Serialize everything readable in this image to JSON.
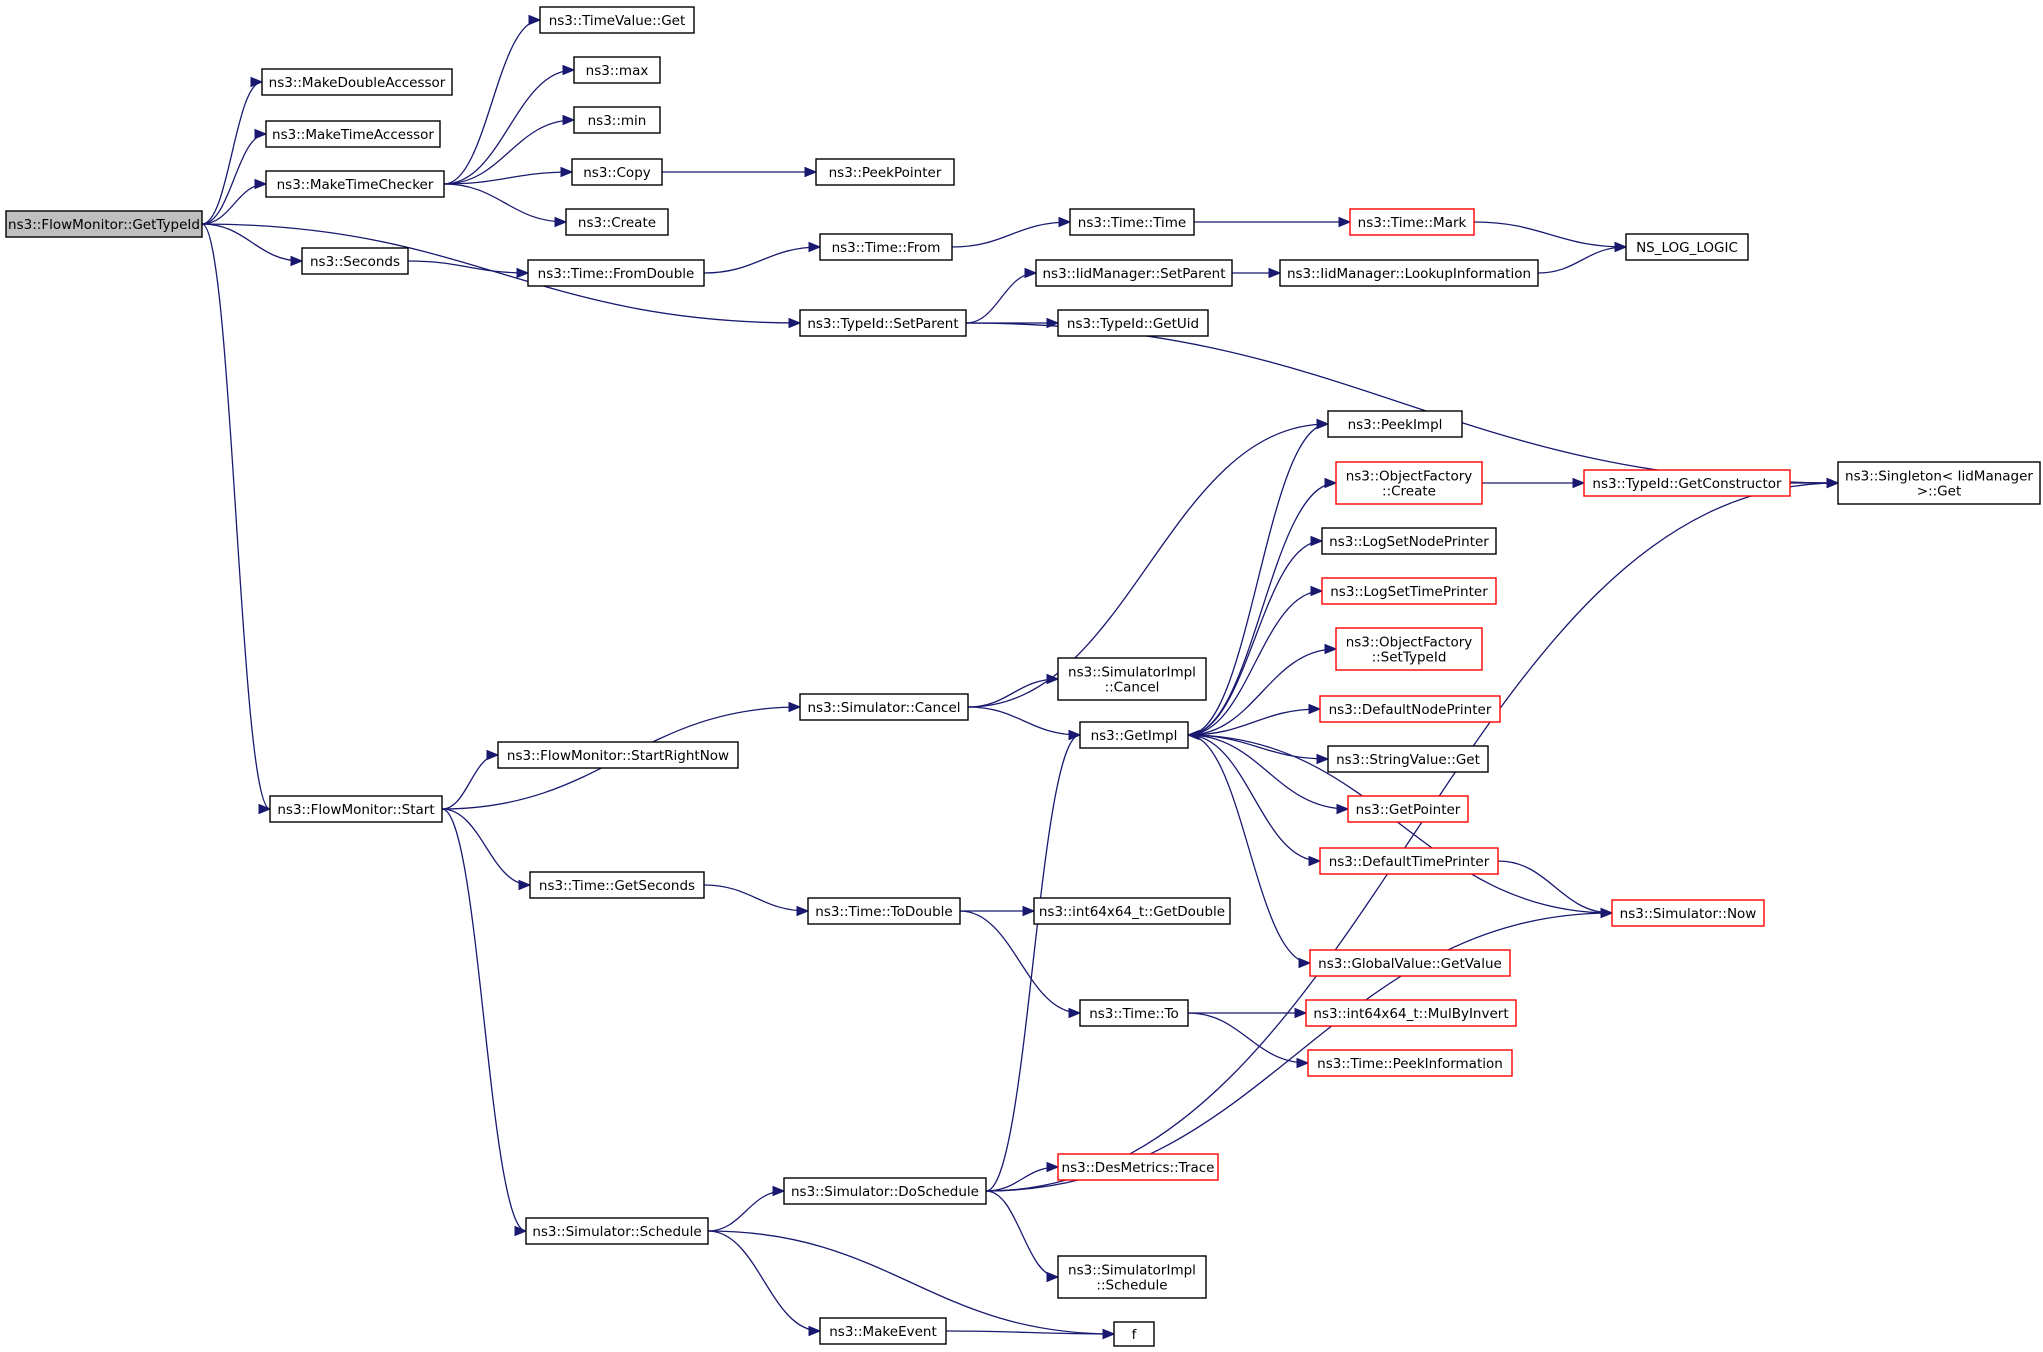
{
  "nodes": {
    "get_type_id": {
      "lines": [
        "ns3::FlowMonitor::GetTypeId"
      ],
      "root": true,
      "truncated": false
    },
    "make_double_accessor": {
      "lines": [
        "ns3::MakeDoubleAccessor"
      ],
      "truncated": false
    },
    "make_time_accessor": {
      "lines": [
        "ns3::MakeTimeAccessor"
      ],
      "truncated": false
    },
    "make_time_checker": {
      "lines": [
        "ns3::MakeTimeChecker"
      ],
      "truncated": false
    },
    "seconds": {
      "lines": [
        "ns3::Seconds"
      ],
      "truncated": false
    },
    "flowmonitor_start": {
      "lines": [
        "ns3::FlowMonitor::Start"
      ],
      "truncated": false
    },
    "timevalue_get": {
      "lines": [
        "ns3::TimeValue::Get"
      ],
      "truncated": false
    },
    "max": {
      "lines": [
        "ns3::max"
      ],
      "truncated": false
    },
    "min": {
      "lines": [
        "ns3::min"
      ],
      "truncated": false
    },
    "copy": {
      "lines": [
        "ns3::Copy"
      ],
      "truncated": false
    },
    "create": {
      "lines": [
        "ns3::Create"
      ],
      "truncated": false
    },
    "peek_pointer": {
      "lines": [
        "ns3::PeekPointer"
      ],
      "truncated": false
    },
    "time_from_double": {
      "lines": [
        "ns3::Time::FromDouble"
      ],
      "truncated": false
    },
    "time_from": {
      "lines": [
        "ns3::Time::From"
      ],
      "truncated": false
    },
    "time_time": {
      "lines": [
        "ns3::Time::Time"
      ],
      "truncated": false
    },
    "time_mark": {
      "lines": [
        "ns3::Time::Mark"
      ],
      "truncated": true
    },
    "ns_log_logic": {
      "lines": [
        "NS_LOG_LOGIC"
      ],
      "truncated": false
    },
    "typeid_set_parent": {
      "lines": [
        "ns3::TypeId::SetParent"
      ],
      "truncated": false
    },
    "iidmanager_set_parent": {
      "lines": [
        "ns3::IidManager::SetParent"
      ],
      "truncated": false
    },
    "iidmanager_lookup": {
      "lines": [
        "ns3::IidManager::LookupInformation"
      ],
      "truncated": false
    },
    "typeid_get_uid": {
      "lines": [
        "ns3::TypeId::GetUid"
      ],
      "truncated": false
    },
    "singleton_get": {
      "lines": [
        "ns3::Singleton< IidManager",
        " >::Get"
      ],
      "truncated": false
    },
    "peek_impl": {
      "lines": [
        "ns3::PeekImpl"
      ],
      "truncated": false
    },
    "object_factory_create": {
      "lines": [
        "ns3::ObjectFactory",
        "::Create"
      ],
      "truncated": true
    },
    "typeid_get_constructor": {
      "lines": [
        "ns3::TypeId::GetConstructor"
      ],
      "truncated": true
    },
    "log_set_node_printer": {
      "lines": [
        "ns3::LogSetNodePrinter"
      ],
      "truncated": false
    },
    "log_set_time_printer": {
      "lines": [
        "ns3::LogSetTimePrinter"
      ],
      "truncated": true
    },
    "object_factory_set_typeid": {
      "lines": [
        "ns3::ObjectFactory",
        "::SetTypeId"
      ],
      "truncated": true
    },
    "default_node_printer": {
      "lines": [
        "ns3::DefaultNodePrinter"
      ],
      "truncated": true
    },
    "stringvalue_get": {
      "lines": [
        "ns3::StringValue::Get"
      ],
      "truncated": false
    },
    "get_pointer": {
      "lines": [
        "ns3::GetPointer"
      ],
      "truncated": true
    },
    "default_time_printer": {
      "lines": [
        "ns3::DefaultTimePrinter"
      ],
      "truncated": true
    },
    "global_value_get_value": {
      "lines": [
        "ns3::GlobalValue::GetValue"
      ],
      "truncated": true
    },
    "simulator_now": {
      "lines": [
        "ns3::Simulator::Now"
      ],
      "truncated": true
    },
    "simulator_cancel": {
      "lines": [
        "ns3::Simulator::Cancel"
      ],
      "truncated": false
    },
    "simulatorimpl_cancel": {
      "lines": [
        "ns3::SimulatorImpl",
        "::Cancel"
      ],
      "truncated": false
    },
    "get_impl": {
      "lines": [
        "ns3::GetImpl"
      ],
      "truncated": false
    },
    "start_right_now": {
      "lines": [
        "ns3::FlowMonitor::StartRightNow"
      ],
      "truncated": false
    },
    "time_get_seconds": {
      "lines": [
        "ns3::Time::GetSeconds"
      ],
      "truncated": false
    },
    "time_to_double": {
      "lines": [
        "ns3::Time::ToDouble"
      ],
      "truncated": false
    },
    "int64x64_get_double": {
      "lines": [
        "ns3::int64x64_t::GetDouble"
      ],
      "truncated": false
    },
    "time_to": {
      "lines": [
        "ns3::Time::To"
      ],
      "truncated": false
    },
    "int64x64_mul_by_invert": {
      "lines": [
        "ns3::int64x64_t::MulByInvert"
      ],
      "truncated": true
    },
    "time_peek_information": {
      "lines": [
        "ns3::Time::PeekInformation"
      ],
      "truncated": true
    },
    "simulator_schedule": {
      "lines": [
        "ns3::Simulator::Schedule"
      ],
      "truncated": false
    },
    "simulator_do_schedule": {
      "lines": [
        "ns3::Simulator::DoSchedule"
      ],
      "truncated": false
    },
    "desmetrics_trace": {
      "lines": [
        "ns3::DesMetrics::Trace"
      ],
      "truncated": true
    },
    "simulatorimpl_schedule": {
      "lines": [
        "ns3::SimulatorImpl",
        "::Schedule"
      ],
      "truncated": false
    },
    "make_event": {
      "lines": [
        "ns3::MakeEvent"
      ],
      "truncated": false
    },
    "f": {
      "lines": [
        "f"
      ],
      "truncated": false
    }
  },
  "edges": [
    [
      "get_type_id",
      "make_double_accessor"
    ],
    [
      "get_type_id",
      "make_time_accessor"
    ],
    [
      "get_type_id",
      "make_time_checker"
    ],
    [
      "get_type_id",
      "seconds"
    ],
    [
      "get_type_id",
      "typeid_set_parent"
    ],
    [
      "get_type_id",
      "flowmonitor_start"
    ],
    [
      "make_time_checker",
      "timevalue_get"
    ],
    [
      "make_time_checker",
      "max"
    ],
    [
      "make_time_checker",
      "min"
    ],
    [
      "make_time_checker",
      "copy"
    ],
    [
      "make_time_checker",
      "create"
    ],
    [
      "copy",
      "peek_pointer"
    ],
    [
      "seconds",
      "time_from_double"
    ],
    [
      "time_from_double",
      "time_from"
    ],
    [
      "time_from",
      "time_time"
    ],
    [
      "time_time",
      "time_mark"
    ],
    [
      "time_mark",
      "ns_log_logic"
    ],
    [
      "iidmanager_lookup",
      "ns_log_logic"
    ],
    [
      "typeid_set_parent",
      "iidmanager_set_parent"
    ],
    [
      "typeid_set_parent",
      "typeid_get_uid"
    ],
    [
      "typeid_set_parent",
      "singleton_get"
    ],
    [
      "iidmanager_set_parent",
      "iidmanager_lookup"
    ],
    [
      "flowmonitor_start",
      "start_right_now"
    ],
    [
      "flowmonitor_start",
      "simulator_cancel"
    ],
    [
      "flowmonitor_start",
      "time_get_seconds"
    ],
    [
      "flowmonitor_start",
      "simulator_schedule"
    ],
    [
      "simulator_cancel",
      "peek_impl"
    ],
    [
      "simulator_cancel",
      "simulatorimpl_cancel"
    ],
    [
      "simulator_cancel",
      "get_impl"
    ],
    [
      "get_impl",
      "peek_impl"
    ],
    [
      "get_impl",
      "object_factory_create"
    ],
    [
      "get_impl",
      "log_set_node_printer"
    ],
    [
      "get_impl",
      "log_set_time_printer"
    ],
    [
      "get_impl",
      "object_factory_set_typeid"
    ],
    [
      "get_impl",
      "default_node_printer"
    ],
    [
      "get_impl",
      "stringvalue_get"
    ],
    [
      "get_impl",
      "get_pointer"
    ],
    [
      "get_impl",
      "default_time_printer"
    ],
    [
      "get_impl",
      "global_value_get_value"
    ],
    [
      "object_factory_create",
      "typeid_get_constructor"
    ],
    [
      "typeid_get_constructor",
      "singleton_get"
    ],
    [
      "default_time_printer",
      "simulator_now"
    ],
    [
      "simulator_now",
      "get_impl"
    ],
    [
      "time_get_seconds",
      "time_to_double"
    ],
    [
      "time_to_double",
      "int64x64_get_double"
    ],
    [
      "time_to_double",
      "time_to"
    ],
    [
      "time_to",
      "int64x64_mul_by_invert"
    ],
    [
      "time_to",
      "time_peek_information"
    ],
    [
      "simulator_schedule",
      "simulator_do_schedule"
    ],
    [
      "simulator_schedule",
      "make_event"
    ],
    [
      "simulator_schedule",
      "f"
    ],
    [
      "simulator_do_schedule",
      "get_impl"
    ],
    [
      "simulator_do_schedule",
      "simulator_now"
    ],
    [
      "simulator_do_schedule",
      "desmetrics_trace"
    ],
    [
      "simulator_do_schedule",
      "simulatorimpl_schedule"
    ],
    [
      "simulator_do_schedule",
      "singleton_get"
    ],
    [
      "make_event",
      "f"
    ]
  ],
  "colors": {
    "edge": "#191970",
    "truncated_border": "#ff0000",
    "root_fill": "#bfbfbf"
  }
}
